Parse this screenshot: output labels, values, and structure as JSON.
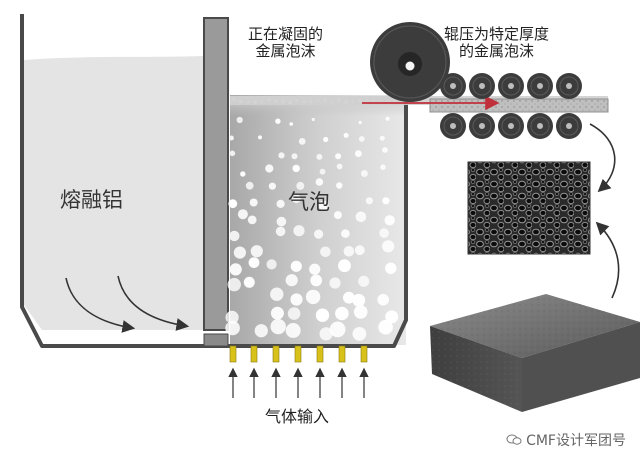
{
  "labels": {
    "solidifying_foam_line1": "正在凝固的",
    "solidifying_foam_line2": "金属泡沫",
    "rolled_foam_line1": "辊压为特定厚度",
    "rolled_foam_line2": "的金属泡沫",
    "molten_aluminum": "熔融铝",
    "bubbles": "气泡",
    "gas_input": "气体输入"
  },
  "watermark": {
    "text": "CMF设计军团号",
    "icon": "chat-bubble-icon"
  },
  "colors": {
    "molten": "#e4e4e4",
    "foam": "#bdbdbd",
    "wall": "#4a4a4a",
    "divider": "#9a9a9a",
    "roller": "#3c3c3c",
    "nozzle": "#d8c21a",
    "arrow_red": "#c0303a",
    "block": "#6d6d6d"
  }
}
